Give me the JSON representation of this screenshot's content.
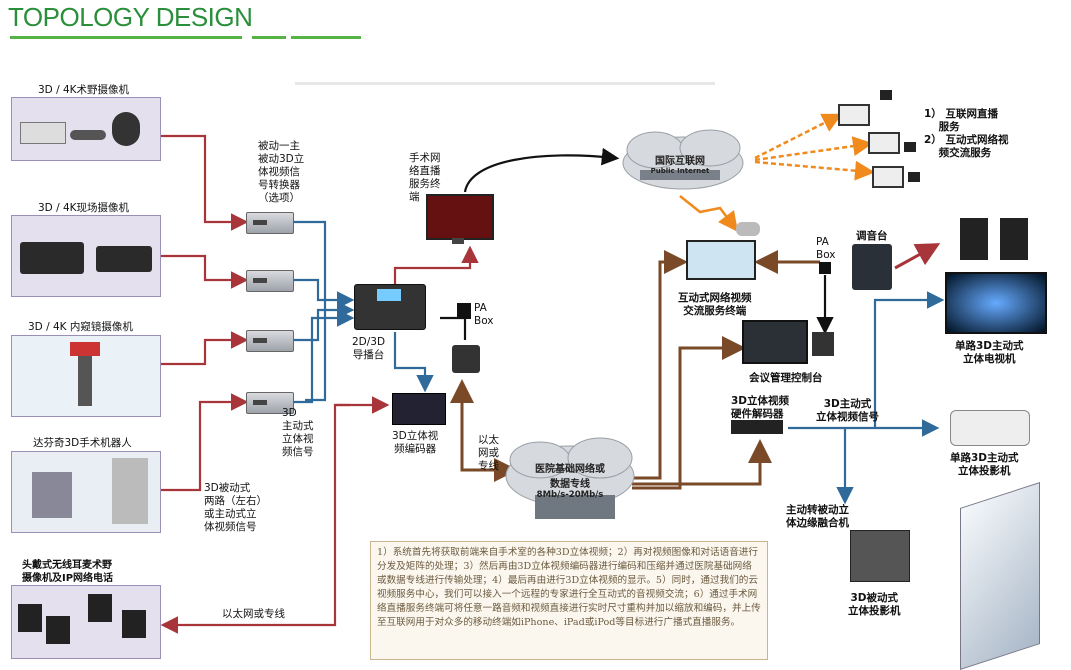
{
  "title": "TOPOLOGY DESIGN",
  "cameras": {
    "c1": "3D / 4K术野摄像机",
    "c2": "3D / 4K现场摄像机",
    "c3": "3D / 4K 内窥镜摄像机",
    "c4": "达芬奇3D手术机器人",
    "c5": "头戴式无线耳麦术野\n摄像机及IP网络电话"
  },
  "converter_label": "被动一主\n被动3D立\n体视频信\n号转换器\n（选项）",
  "switcher_label": "2D/3D\n导播台",
  "pa_box_left": "PA\nBox",
  "stream_terminal": "手术网\n络直播\n服务终\n端",
  "active_3d_label": "3D\n主动式\n立体视\n频信号",
  "passive_3d_label": "3D被动式\n两路（左右）\n或主动式立\n体视频信号",
  "ethernet_bottom": "以太网或专线",
  "encoder_label": "3D立体视\n频编码器",
  "ethernet_vert": "以太\n网或\n专线",
  "hospital_cloud": {
    "line1": "医院基础网络或",
    "line2": "数据专线",
    "line3": "8Mb/s-20Mb/s"
  },
  "internet_cloud": {
    "line1": "国际互联网",
    "line2": "Public Internet"
  },
  "services": "1） 互联网直播\n    服务\n2） 互动式网络视\n    频交流服务",
  "interactive_terminal": "互动式网络视频\n交流服务终端",
  "pa_box_right": "PA\nBox",
  "mixer_label": "调音台",
  "tv_label": "单路3D主动式\n立体电视机",
  "control_console": "会议管理控制台",
  "decoder_label": "3D立体视频\n硬件解码器",
  "active_signal": "3D主动式\n立体视频信号",
  "projector_label": "单路3D主动式\n立体投影机",
  "edge_blend": "主动转被动立\n体边缘融合机",
  "passive_projector": "3D被动式\n立体投影机",
  "description": "1）系统首先将获取前端来自手术室的各种3D立体视频；2）再对视频图像和对话语音进行分发及矩阵的处理；3）然后再由3D立体视频编码器进行编码和压缩并通过医院基础网络或数据专线进行传输处理；4）最后再由进行3D立体视频的显示。5）同时，通过我们的云视频服务中心，我们可以接入一个远程的专家进行全互动式的音视频交流；6）通过手术网络直播服务终端可将任意一路音频和视频直接进行实时尺寸重构并加以缩放和编码，并上传至互联网用于对众多的移动终端如iPhone、iPad或iPod等目标进行广播式直播服务。",
  "colors": {
    "title": "#2a8f3b",
    "red_arrow": "#a8353a",
    "blue_arrow": "#2f6a9a",
    "brown_arrow": "#7a4a28",
    "orange_arrow": "#f08a1c",
    "card_bg": "#e4e0ee"
  }
}
